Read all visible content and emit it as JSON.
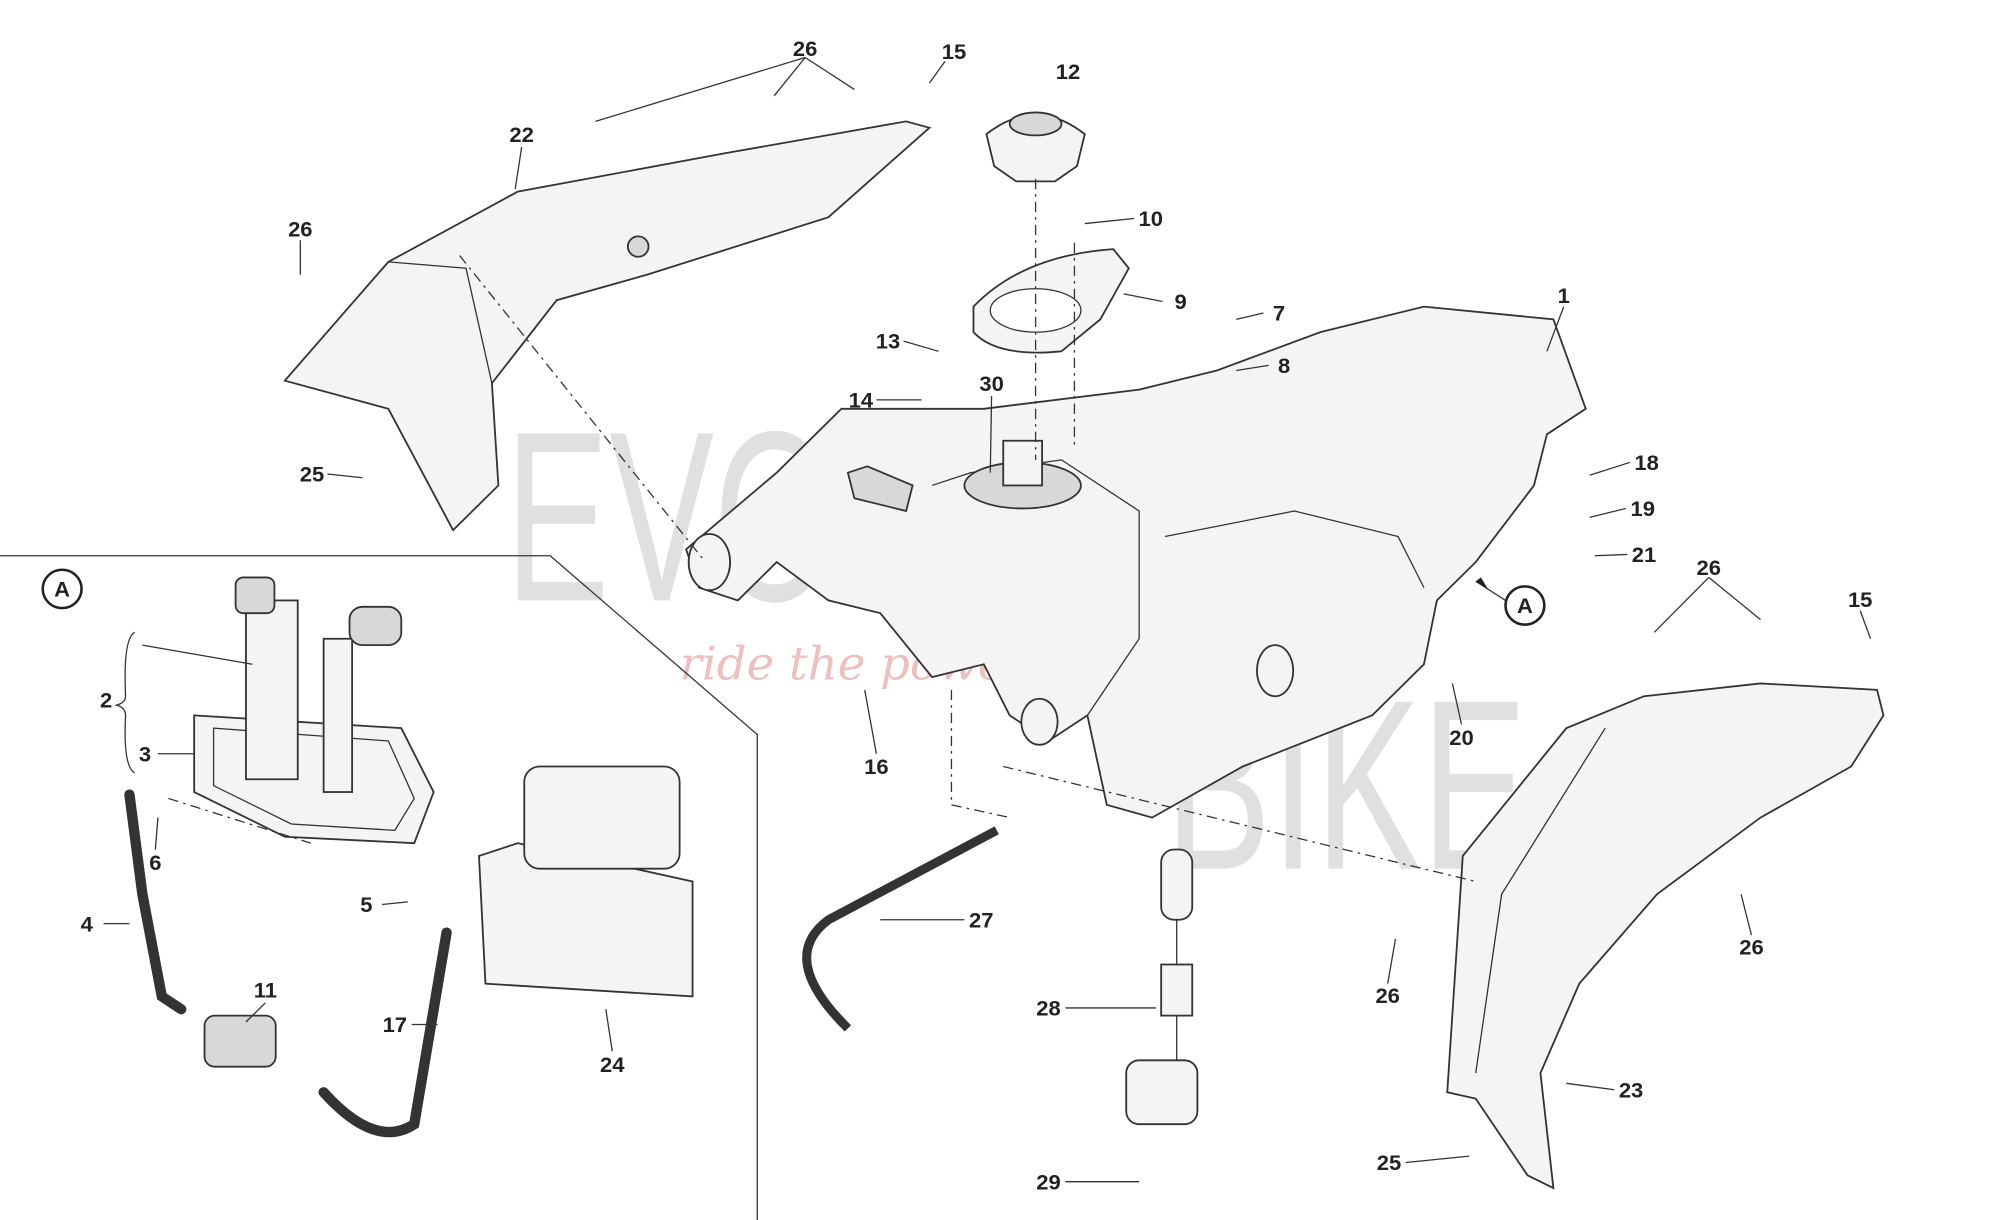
{
  "watermark": {
    "brand_top": "EVOLUTION",
    "brand_bottom": "BIKE",
    "tagline": "ride the power"
  },
  "section_marker": "A",
  "callouts": [
    "26",
    "15",
    "12",
    "22",
    "26",
    "10",
    "9",
    "7",
    "1",
    "13",
    "8",
    "14",
    "30",
    "25",
    "18",
    "19",
    "21",
    "A",
    "26",
    "15",
    "2",
    "3",
    "16",
    "20",
    "6",
    "5",
    "4",
    "27",
    "26",
    "26",
    "11",
    "28",
    "17",
    "24",
    "23",
    "25",
    "29"
  ]
}
